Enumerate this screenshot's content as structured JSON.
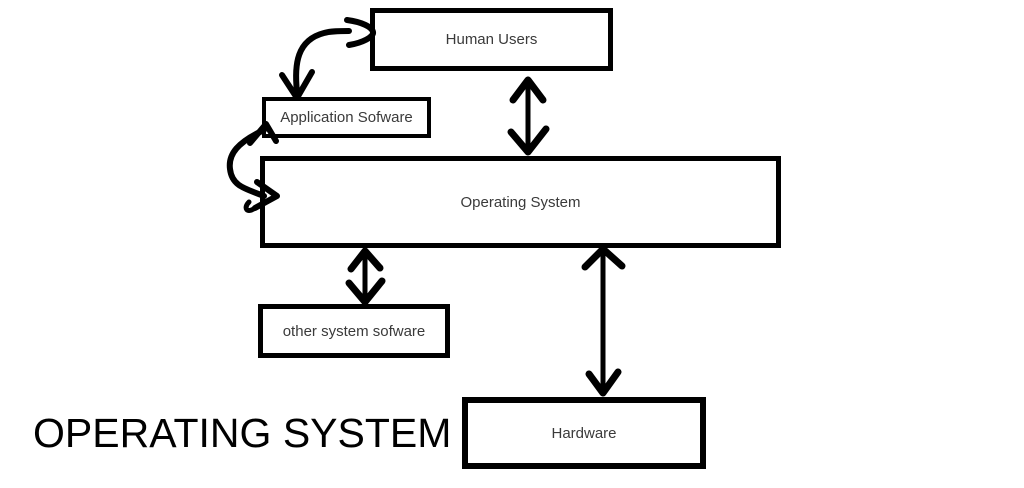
{
  "title": "OPERATING SYSTEM",
  "diagram": {
    "nodes": {
      "human_users": {
        "label": "Human Users"
      },
      "application_software": {
        "label": "Application Sofware"
      },
      "operating_system": {
        "label": "Operating System"
      },
      "other_system_software": {
        "label": "other system sofware"
      },
      "hardware": {
        "label": "Hardware"
      }
    },
    "edges": [
      {
        "from": "human_users",
        "to": "application_software",
        "style": "curved-double-arrow"
      },
      {
        "from": "human_users",
        "to": "operating_system",
        "style": "straight-double-arrow"
      },
      {
        "from": "application_software",
        "to": "operating_system",
        "style": "s-curved-double-arrow"
      },
      {
        "from": "operating_system",
        "to": "other_system_software",
        "style": "straight-double-arrow"
      },
      {
        "from": "operating_system",
        "to": "hardware",
        "style": "straight-double-arrow"
      }
    ],
    "colors": {
      "stroke": "#000000",
      "box_fill": "#ffffff",
      "label_text": "#3a3a3a",
      "title_text": "#000000",
      "background": "#ffffff"
    }
  }
}
